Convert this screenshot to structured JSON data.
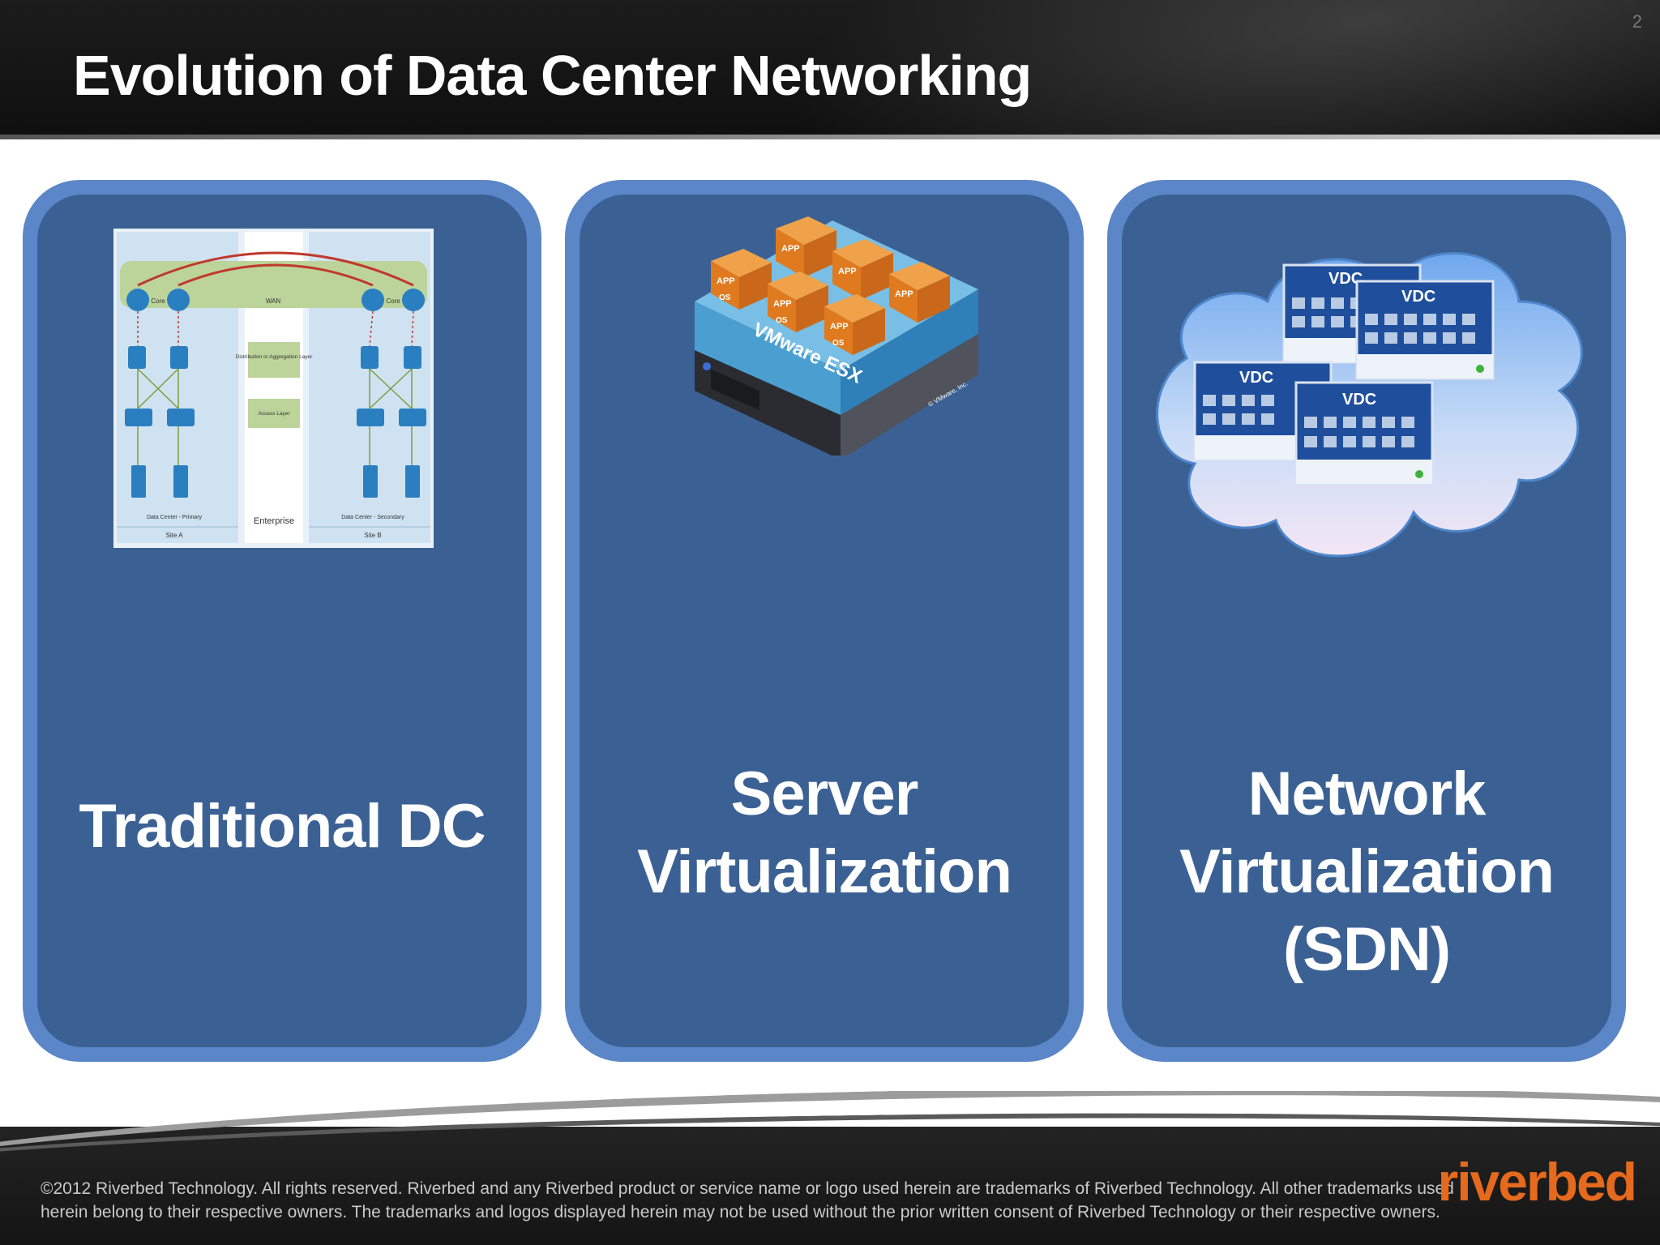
{
  "slide": {
    "title": "Evolution of Data Center Networking",
    "page_number": "2"
  },
  "panels": [
    {
      "lines": [
        "Traditional DC"
      ],
      "diagram": {
        "labels": {
          "core_left": "Core",
          "wan": "WAN",
          "core_right": "Core",
          "distribution": "Distribution or Aggregation Layer",
          "access": "Access Layer",
          "dc_primary": "Data Center - Primary",
          "enterprise": "Enterprise",
          "dc_secondary": "Data Center - Secondary",
          "site_a": "Site A",
          "site_b": "Site B"
        }
      }
    },
    {
      "lines": [
        "Server",
        "Virtualization"
      ],
      "illustration": {
        "platform_label": "VMware ESX",
        "box_app": "APP",
        "box_os": "OS",
        "credit": "© VMware, Inc."
      }
    },
    {
      "lines": [
        "Network",
        "Virtualization",
        "(SDN)"
      ],
      "illustration": {
        "window_title": "VDC"
      }
    }
  ],
  "footer": {
    "copyright_lines": [
      "©2012 Riverbed Technology. All rights reserved. Riverbed and any Riverbed product or service name or logo used herein are trademarks of Riverbed Technology. All other trademarks used",
      "herein belong to their respective owners. The trademarks and logos displayed herein may not be used without the prior written consent of Riverbed Technology or their respective owners."
    ],
    "logo": "riverbed"
  },
  "colors": {
    "panel_outer": "#5b86c8",
    "panel_inner": "#3b6194",
    "logo": "#e56a1d",
    "header_bg": "#151515"
  }
}
